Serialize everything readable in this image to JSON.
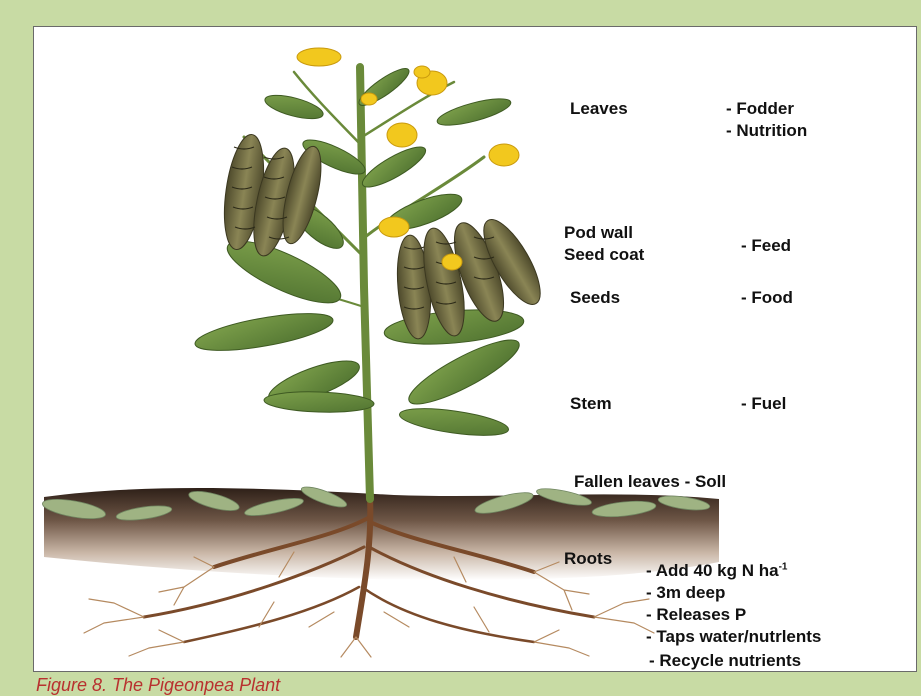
{
  "labels": {
    "leaves": "Leaves",
    "leaves_use_1": "- Fodder",
    "leaves_use_2": "- Nutrition",
    "pod_wall": "Pod wall",
    "seed_coat": "Seed coat",
    "pod_use": "- Feed",
    "seeds": "Seeds",
    "seeds_use": "- Food",
    "stem": "Stem",
    "stem_use": "- Fuel",
    "fallen_leaves": "Fallen leaves - Soll",
    "roots": "Roots",
    "roots_use_1_prefix": "- Add 40 kg N ha",
    "roots_use_1_sup": "-1",
    "roots_use_2": "- 3m deep",
    "roots_use_3": "- Releases P",
    "roots_use_4": "- Taps water/nutrlents",
    "roots_use_5": "- Recycle nutrients"
  },
  "caption": "Figure 8. The Pigeonpea Plant",
  "colors": {
    "page_background": "#c8dba4",
    "caption": "#b8312f",
    "leaf": "#6b8f3e",
    "flower": "#f2c81e",
    "pod": "#6d6a42",
    "soil_top": "#3a2a1e",
    "root": "#7a4a2a"
  }
}
